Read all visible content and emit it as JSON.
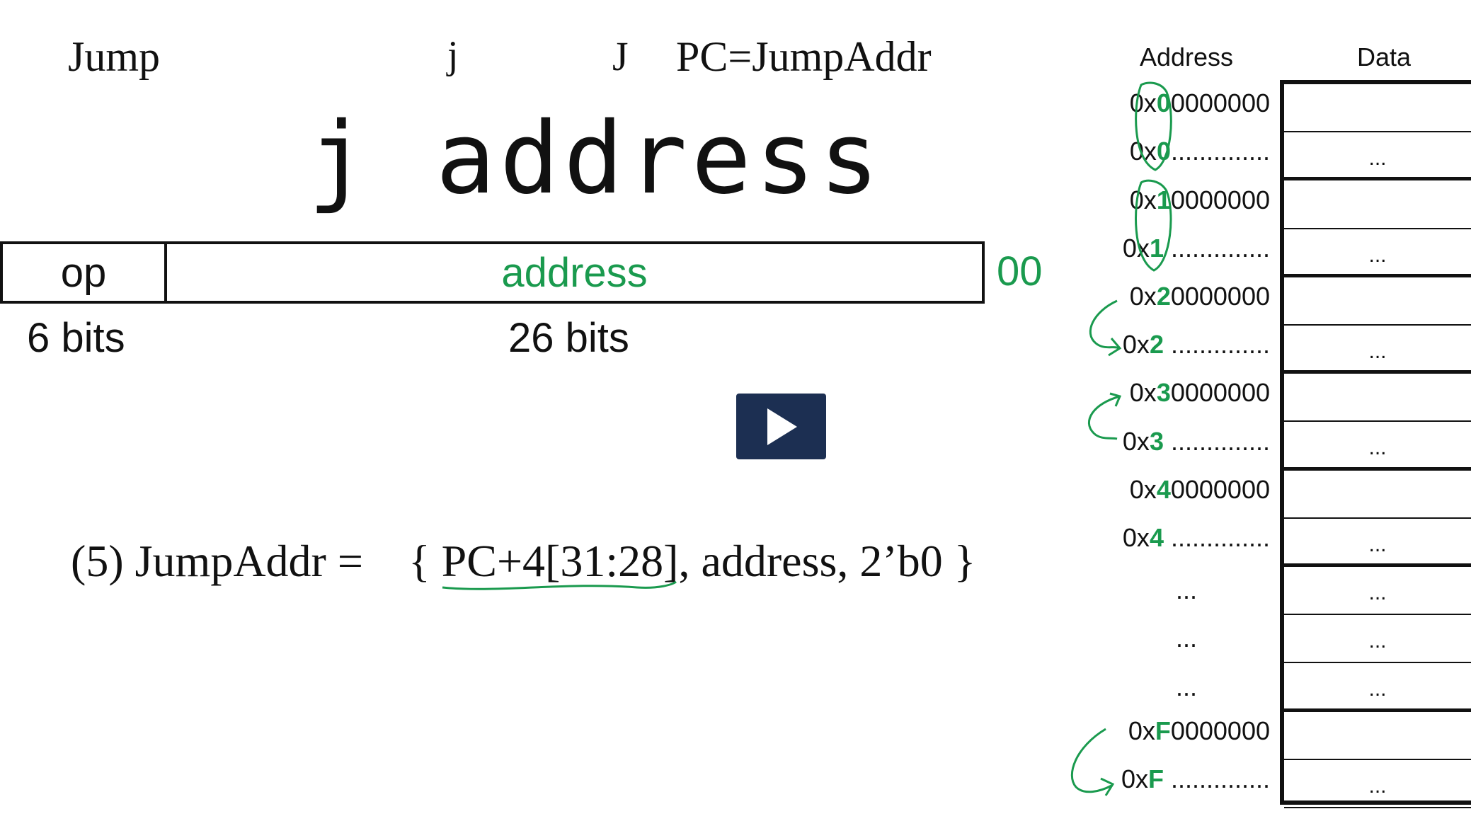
{
  "instruction": {
    "name": "Jump",
    "mnemonic": "j",
    "type": "J",
    "rtl": "PC=JumpAddr",
    "syntax": "j address"
  },
  "format": {
    "op_label": "op",
    "address_label": "address",
    "suffix": "00",
    "op_bits": "6 bits",
    "address_bits": "26 bits"
  },
  "formula": "(5) JumpAddr =    { PC+4[31:28], address, 2’b0 }",
  "memory": {
    "address_header": "Address",
    "data_header": "Data",
    "rows": [
      {
        "prefix": "0x",
        "digit": "0",
        "rest": "0000000",
        "data": ""
      },
      {
        "prefix": "0x",
        "digit": "0",
        "rest": "..............",
        "data": "..."
      },
      {
        "prefix": "0x",
        "digit": "1",
        "rest": "0000000",
        "data": ""
      },
      {
        "prefix": "0x",
        "digit": "1",
        "rest": " ..............",
        "data": "..."
      },
      {
        "prefix": "0x",
        "digit": "2",
        "rest": "0000000",
        "data": ""
      },
      {
        "prefix": "0x",
        "digit": "2",
        "rest": " ..............",
        "data": "..."
      },
      {
        "prefix": "0x",
        "digit": "3",
        "rest": "0000000",
        "data": ""
      },
      {
        "prefix": "0x",
        "digit": "3",
        "rest": " ..............",
        "data": "..."
      },
      {
        "prefix": "0x",
        "digit": "4",
        "rest": "0000000",
        "data": ""
      },
      {
        "prefix": "0x",
        "digit": "4",
        "rest": " ..............",
        "data": "..."
      },
      {
        "prefix": "",
        "digit": "",
        "rest": "...",
        "data": "..."
      },
      {
        "prefix": "",
        "digit": "",
        "rest": "...",
        "data": "..."
      },
      {
        "prefix": "",
        "digit": "",
        "rest": "...",
        "data": "..."
      },
      {
        "prefix": "0x",
        "digit": "F",
        "rest": "0000000",
        "data": ""
      },
      {
        "prefix": "0x",
        "digit": "F",
        "rest": " ..............",
        "data": "..."
      }
    ]
  },
  "colors": {
    "accent_green": "#1a9a4e",
    "play_button": "#1c2f52"
  },
  "icons": {
    "play": "play-icon"
  }
}
